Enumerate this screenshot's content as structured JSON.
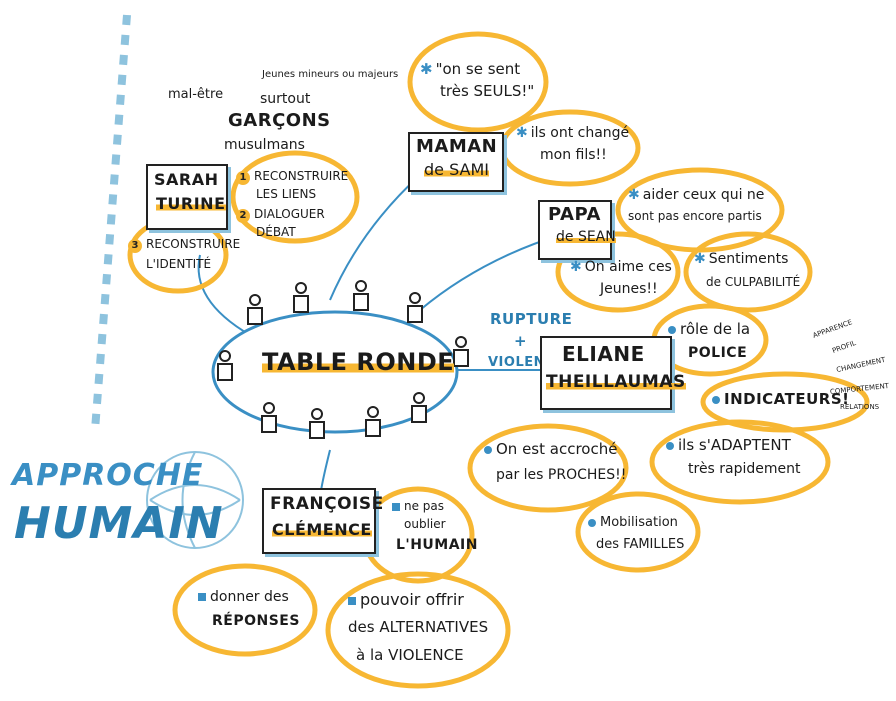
{
  "title": {
    "line1": "APPROCHE",
    "line2": "HUMAIN"
  },
  "center": {
    "label": "TABLE RONDE"
  },
  "sarah": {
    "name_line1": "SARAH",
    "name_line2": "TURINE",
    "top_notes": [
      "mal-être",
      "Jeunes mineurs ou majeurs",
      "surtout",
      "GARÇONS",
      "musulmans"
    ],
    "points": [
      {
        "num": "1",
        "line1": "RECONSTRUIRE",
        "line2": "LES LIENS"
      },
      {
        "num": "2",
        "line1": "DIALOGUER",
        "line2": "DÉBAT"
      },
      {
        "num": "3",
        "line1": "RECONSTRUIRE",
        "line2": "L'IDENTITÉ"
      }
    ]
  },
  "maman": {
    "name_line1": "MAMAN",
    "name_line2": "de SAMI",
    "quote1_line1": "\"on se sent",
    "quote1_line2": "très SEULS!\"",
    "quote2_line1": "ils ont changé",
    "quote2_line2": "mon fils!!"
  },
  "papa": {
    "name_line1": "PAPA",
    "name_line2": "de SEAN",
    "note1_line1": "aider ceux qui ne",
    "note1_line2": "sont pas encore partis",
    "note2_line1": "On aime ces",
    "note2_line2": "Jeunes!!",
    "note3_line1": "Sentiments",
    "note3_line2": "de CULPABILITÉ"
  },
  "rupture": {
    "line1": "RUPTURE",
    "line2": "+",
    "line3": "VIOLENCE"
  },
  "eliane": {
    "name_line1": "ELIANE",
    "name_line2": "THEILLAUMAS",
    "role_line1": "rôle de la",
    "role_line2": "POLICE",
    "indicateurs": "INDICATEURS!",
    "indicator_items": [
      "APPARENCE",
      "PROFIL",
      "CHANGEMENT",
      "COMPORTEMENT",
      "RELATIONS"
    ],
    "adapt_line1": "ils s'ADAPTENT",
    "adapt_line2": "très rapidement",
    "accroche_line1": "On est accroché",
    "accroche_line2": "par les PROCHES!!",
    "mobil_line1": "Mobilisation",
    "mobil_line2": "des FAMILLES"
  },
  "francoise": {
    "name_line1": "FRANÇOISE",
    "name_line2": "CLÉMENCE",
    "note1_line1": "ne pas",
    "note1_line2": "oublier",
    "note1_line3": "l'HUMAIN",
    "note2_line1": "donner des",
    "note2_line2": "RÉPONSES",
    "note3_line1": "pouvoir offrir",
    "note3_line2": "des ALTERNATIVES",
    "note3_line3": "à la VIOLENCE"
  },
  "colors": {
    "orange": "#f7b733",
    "blue": "#3a8fc4",
    "lightblue": "#8ec3de",
    "ink": "#1b1b1b"
  }
}
